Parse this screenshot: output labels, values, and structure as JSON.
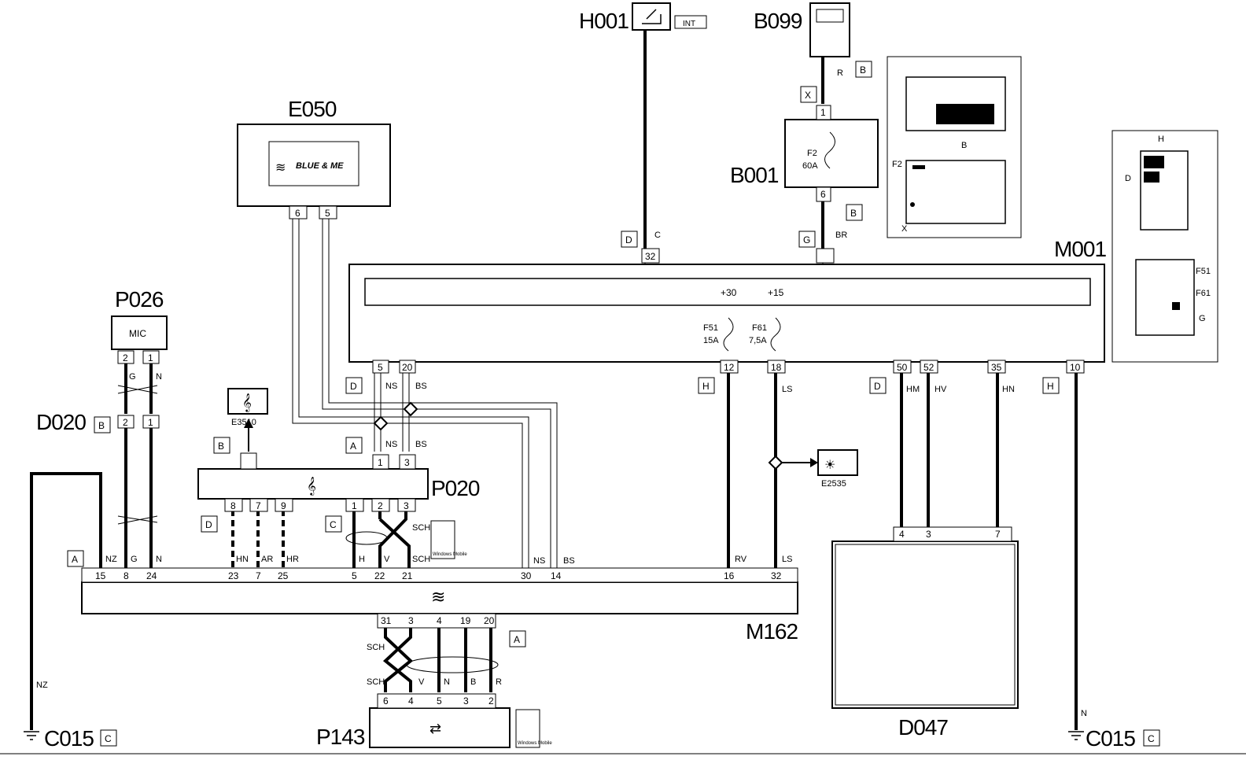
{
  "components": {
    "H001": "H001",
    "INT": "INT",
    "B099": "B099",
    "E050": "E050",
    "blue_me": "BLUE & ME",
    "B001": "B001",
    "fuse_F2": "F2",
    "fuse_F2_rating": "60A",
    "M001": "M001",
    "P026": "P026",
    "mic": "MIC",
    "D020": "D020",
    "E3510": "E3510",
    "P020": "P020",
    "E2535": "E2535",
    "M162": "M162",
    "D047": "D047",
    "P143": "P143",
    "C015_left": "C015",
    "C015_right": "C015",
    "plus30": "+30",
    "plus15": "+15",
    "F51": "F51",
    "F51_rating": "15A",
    "F61": "F61",
    "F61_rating": "7,5A",
    "windows_mobile": "Windows Mobile"
  },
  "connectors": {
    "B_b099": "B",
    "X_b001": "X",
    "B_b001": "B",
    "D_m001_32": "D",
    "G_m001": "G",
    "D_m001_5": "D",
    "A_p020": "A",
    "B_p020": "B",
    "D_p020": "D",
    "C_p020": "C",
    "A_m162": "A",
    "A_p143": "A",
    "H_m001_12": "H",
    "D_m001_50": "D",
    "H_m001_10": "H",
    "B_d020": "B",
    "C_c015_left": "C",
    "C_c015_right": "C"
  },
  "pins": {
    "e050_6": "6",
    "e050_5": "5",
    "b001_1": "1",
    "b001_6": "6",
    "m001_32": "32",
    "m001_5": "5",
    "m001_20": "20",
    "m001_12": "12",
    "m001_18": "18",
    "m001_50": "50",
    "m001_52": "52",
    "m001_35": "35",
    "m001_10": "10",
    "p026_2": "2",
    "p026_1": "1",
    "d020_2": "2",
    "d020_1": "1",
    "p020_top_1": "1",
    "p020_top_3": "3",
    "p020_8": "8",
    "p020_7": "7",
    "p020_9": "9",
    "p020_1": "1",
    "p020_2": "2",
    "p020_3": "3",
    "m162_15": "15",
    "m162_8": "8",
    "m162_24": "24",
    "m162_23": "23",
    "m162_7": "7",
    "m162_25": "25",
    "m162_5": "5",
    "m162_22": "22",
    "m162_21": "21",
    "m162_30": "30",
    "m162_14": "14",
    "m162_16": "16",
    "m162_32": "32",
    "m162_31": "31",
    "m162_3": "3",
    "m162_4": "4",
    "m162_19": "19",
    "m162_20": "20",
    "p143_6": "6",
    "p143_4": "4",
    "p143_5": "5",
    "p143_3": "3",
    "p143_2": "2",
    "d047_4": "4",
    "d047_3": "3",
    "d047_7": "7"
  },
  "wires": {
    "R": "R",
    "BR": "BR",
    "C": "C",
    "NS_m001": "NS",
    "BS_m001": "BS",
    "NS_p020": "NS",
    "BS_p020": "BS",
    "G_p026": "G",
    "N_p026": "N",
    "NZ_m162": "NZ",
    "G_m162": "G",
    "N_m162": "N",
    "HN_m162": "HN",
    "AR_m162": "AR",
    "HR_m162": "HR",
    "H_m162": "H",
    "V_m162": "V",
    "SCH_m162": "SCH",
    "SCH_p020": "SCH",
    "NS_m162": "NS",
    "BS_m162": "BS",
    "RV_m162": "RV",
    "LS_m162": "LS",
    "LS_m001": "LS",
    "HM": "HM",
    "HV": "HV",
    "HN_d047": "HN",
    "N_c015": "N",
    "NZ_c015": "NZ",
    "SCH_p143_top": "SCH",
    "SCH_p143_bottom": "SCH",
    "V_p143": "V",
    "N_p143": "N",
    "B_p143": "B",
    "R_p143": "R"
  },
  "inset_labels": {
    "B": "B",
    "F2": "F2",
    "X": "X",
    "H": "H",
    "D": "D",
    "F51": "F51",
    "F61": "F61",
    "G": "G"
  }
}
